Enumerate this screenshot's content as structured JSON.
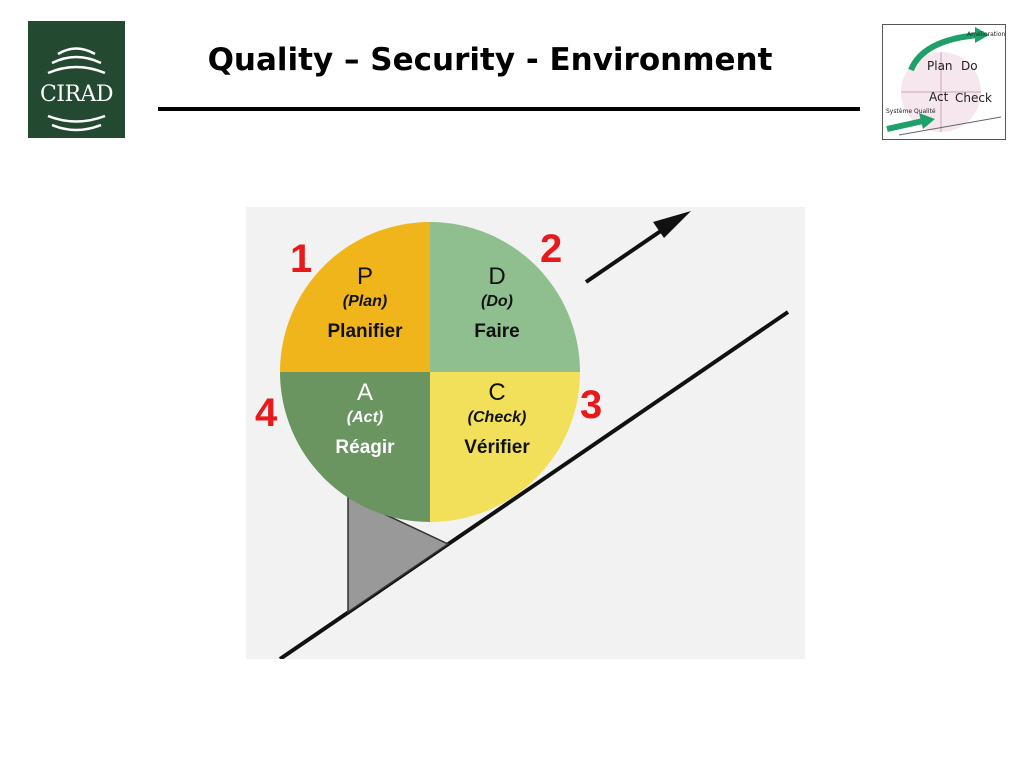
{
  "header": {
    "title": "Quality – Security - Environment",
    "logo_text": "CIRAD"
  },
  "thumbnail": {
    "plan": "Plan",
    "do": "Do",
    "act": "Act",
    "check": "Check",
    "top_label": "Amélioration",
    "bottom_label": "Système Qualité"
  },
  "diagram": {
    "quadrants": [
      {
        "letter": "P",
        "english": "(Plan)",
        "french": "Planifier",
        "color": "#f0b51a",
        "text_color": "#111111",
        "number": "1"
      },
      {
        "letter": "D",
        "english": "(Do)",
        "french": "Faire",
        "color": "#8fbf8e",
        "text_color": "#111111",
        "number": "2"
      },
      {
        "letter": "C",
        "english": "(Check)",
        "french": "Vérifier",
        "color": "#f2e05a",
        "text_color": "#111111",
        "number": "3"
      },
      {
        "letter": "A",
        "english": "(Act)",
        "french": "Réagir",
        "color": "#6a9460",
        "text_color": "#ffffff",
        "number": "4"
      }
    ],
    "number_color": "#e8191b"
  },
  "colors": {
    "logo_bg": "#234a30",
    "panel_bg": "#f2f2f2",
    "wedge": "#999999"
  }
}
